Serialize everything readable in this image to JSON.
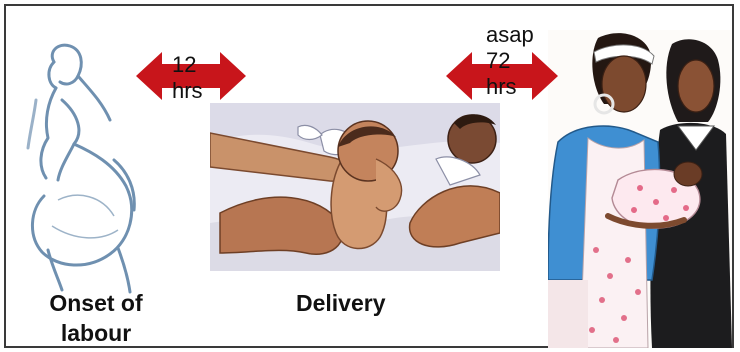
{
  "stages": {
    "onset_line1": "Onset of",
    "onset_line2": "labour",
    "delivery": "Delivery"
  },
  "intervals": {
    "first": {
      "line1": "12",
      "line2": "hrs"
    },
    "second": {
      "line1": "asap",
      "line2": "72",
      "line3": "hrs"
    }
  },
  "colors": {
    "arrow": "#c8151b",
    "frame": "#3a3a3a",
    "sketch": "#6f90b0"
  }
}
